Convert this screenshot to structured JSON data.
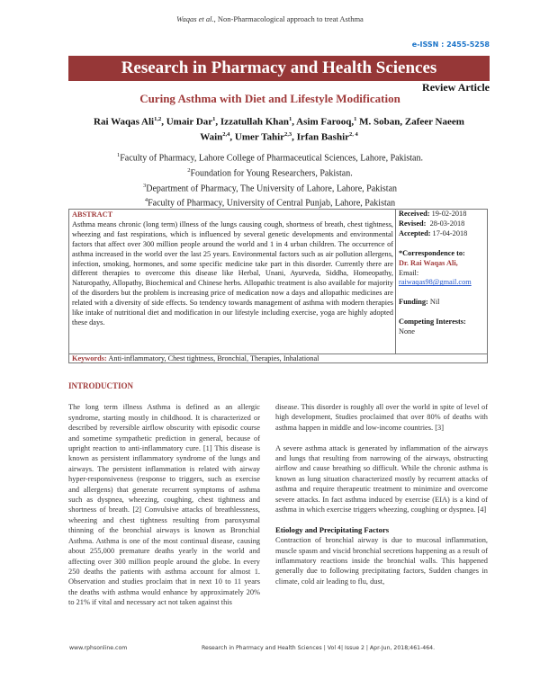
{
  "running_header": {
    "author": "Waqas et al.",
    "subject": ", Non-Pharmacological approach to treat Asthma"
  },
  "issn": "e-ISSN : 2455-5258",
  "journal_banner": "Research in Pharmacy and Health Sciences",
  "article_type": "Review Article",
  "article_title": "Curing Asthma with Diet and Lifestyle Modification",
  "authors": {
    "line1": [
      {
        "name": "Rai Waqas Ali",
        "sup": "1,2"
      },
      {
        "name": ", Umair Dar",
        "sup": "1"
      },
      {
        "name": ", Izzatullah Khan",
        "sup": "1"
      },
      {
        "name": ", Asim Farooq,",
        "sup": "1"
      },
      {
        "name": " M. Soban, Zafeer Naeem",
        "sup": ""
      }
    ],
    "line2": [
      {
        "name": "Wain",
        "sup": "2,4"
      },
      {
        "name": ", Umer Tahir",
        "sup": "2,3"
      },
      {
        "name": ", Irfan Bashir",
        "sup": "2, 4"
      }
    ]
  },
  "affiliations": [
    {
      "sup": "1",
      "text": "Faculty of Pharmacy, Lahore College of Pharmaceutical Sciences, Lahore, Pakistan."
    },
    {
      "sup": "2",
      "text": "Foundation for Young Researchers, Pakistan."
    },
    {
      "sup": "3",
      "text": "Department of Pharmacy, The University of Lahore, Lahore, Pakistan"
    },
    {
      "sup": "4",
      "text": "Faculty of Pharmacy, University of Central Punjab, Lahore, Pakistan"
    }
  ],
  "abstract": {
    "heading": "ABSTRACT",
    "text": "Asthma means chronic (long term) illness of the lungs causing cough, shortness of breath, chest tightness, wheezing and fast respirations, which is influenced by several genetic developments and environmental factors that affect over 300 million people around the world and 1 in 4 urban children. The occurrence of asthma increased in the world over the last 25 years. Environmental factors such as air pollution allergens, infection, smoking, hormones, and some specific medicine take part in this disorder. Currently there are different therapies to overcome this disease like Herbal, Unani, Ayurveda, Siddha, Homeopathy, Naturopathy, Allopathy, Biochemical and Chinese herbs. Allopathic treatment is also available for majority of the disorders but the problem is increasing price of medication now a days and allopathic medicines are related with a diversity of side effects. So tendency towards management of asthma with modern therapies like intake of nutritional diet and modification in our lifestyle including exercise, yoga are highly adopted these days."
  },
  "sidebar": {
    "received_label": "Received:",
    "received": " 19-02-2018",
    "revised_label": "Revised:",
    "revised": "  28-03-2018",
    "accepted_label": "Accepted:",
    "accepted": " 17-04-2018",
    "correspondence_label": "*Correspondence to:",
    "correspondent": "Dr. Rai Waqas Ali,",
    "email_label": "Email:",
    "email": "raiwaqas98@gmail.com",
    "funding_label": "Funding:",
    "funding": " Nil",
    "competing_label": "Competing Interests:",
    "competing": "None"
  },
  "keywords": {
    "label": "Keywords:",
    "text": " Anti-inflammatory, Chest tightness, Bronchial, Therapies, Inhalational"
  },
  "body": {
    "intro_heading": "INTRODUCTION",
    "intro_p1": "The long term illness Asthma is defined as an allergic syndrome, starting mostly in childhood. It is characterized or described by reversible airflow obscurity with episodic course and sometime sympathetic prediction in general, because of upright reaction to anti-inflammatory cure. [1] This disease is known as persistent inflammatory syndrome of the lungs and airways. The persistent inflammation is related with airway hyper-responsiveness (response to triggers, such as exercise and allergens) that generate recurrent symptoms of asthma such as dyspnea, wheezing, coughing, chest tightness and shortness of breath. [2] Convulsive attacks of breathlessness, wheezing and chest tightness resulting from paroxysmal thinning of the bronchial airways is known as Bronchial Asthma. Asthma is one of the most continual disease, causing about 255,000 premature deaths yearly in the world and affecting over 300 million people around the globe. In every 250 deaths the patients with asthma account for almost 1. Observation and studies proclaim that in next 10 to 11 years the deaths with asthma would enhance by approximately 20% to 21% if vital and necessary act not taken against this",
    "right_p1": "disease. This disorder is roughly all over the world in spite of level of high development, Studies proclaimed that over 80% of deaths with asthma happen in middle and low-income countries. [3]",
    "right_p2": "A severe asthma attack is generated by inflammation of the airways and lungs that resulting from narrowing of the airways, obstructing airflow and cause breathing so difficult. While the chronic asthma is known as lung situation characterized mostly by recurrent attacks of asthma and require therapeutic treatment to minimize and overcome severe attacks. In fact asthma induced by exercise (EIA) is a kind of asthma in which exercise triggers wheezing, coughing or dyspnea. [4]",
    "etiology_heading": "Etiology and Precipitating Factors",
    "etiology_p": "Contraction of bronchial airway is due to mucosal inflammation, muscle spasm and viscid bronchial secretions happening as a result of inflammatory reactions inside the bronchial walls. This happened generally due to following precipitating factors, Sudden changes in climate, cold air leading to flu, dust,"
  },
  "footer": {
    "website": "www.rphsonline.com",
    "citation": "Research in Pharmacy and Health Sciences | Vol 4| Issue 2 | Apr-Jun, 2018;461-464."
  },
  "colors": {
    "banner": "#963737",
    "accent_red": "#a03a3a",
    "issn_blue": "#1a73c8",
    "link": "#2255cc"
  }
}
